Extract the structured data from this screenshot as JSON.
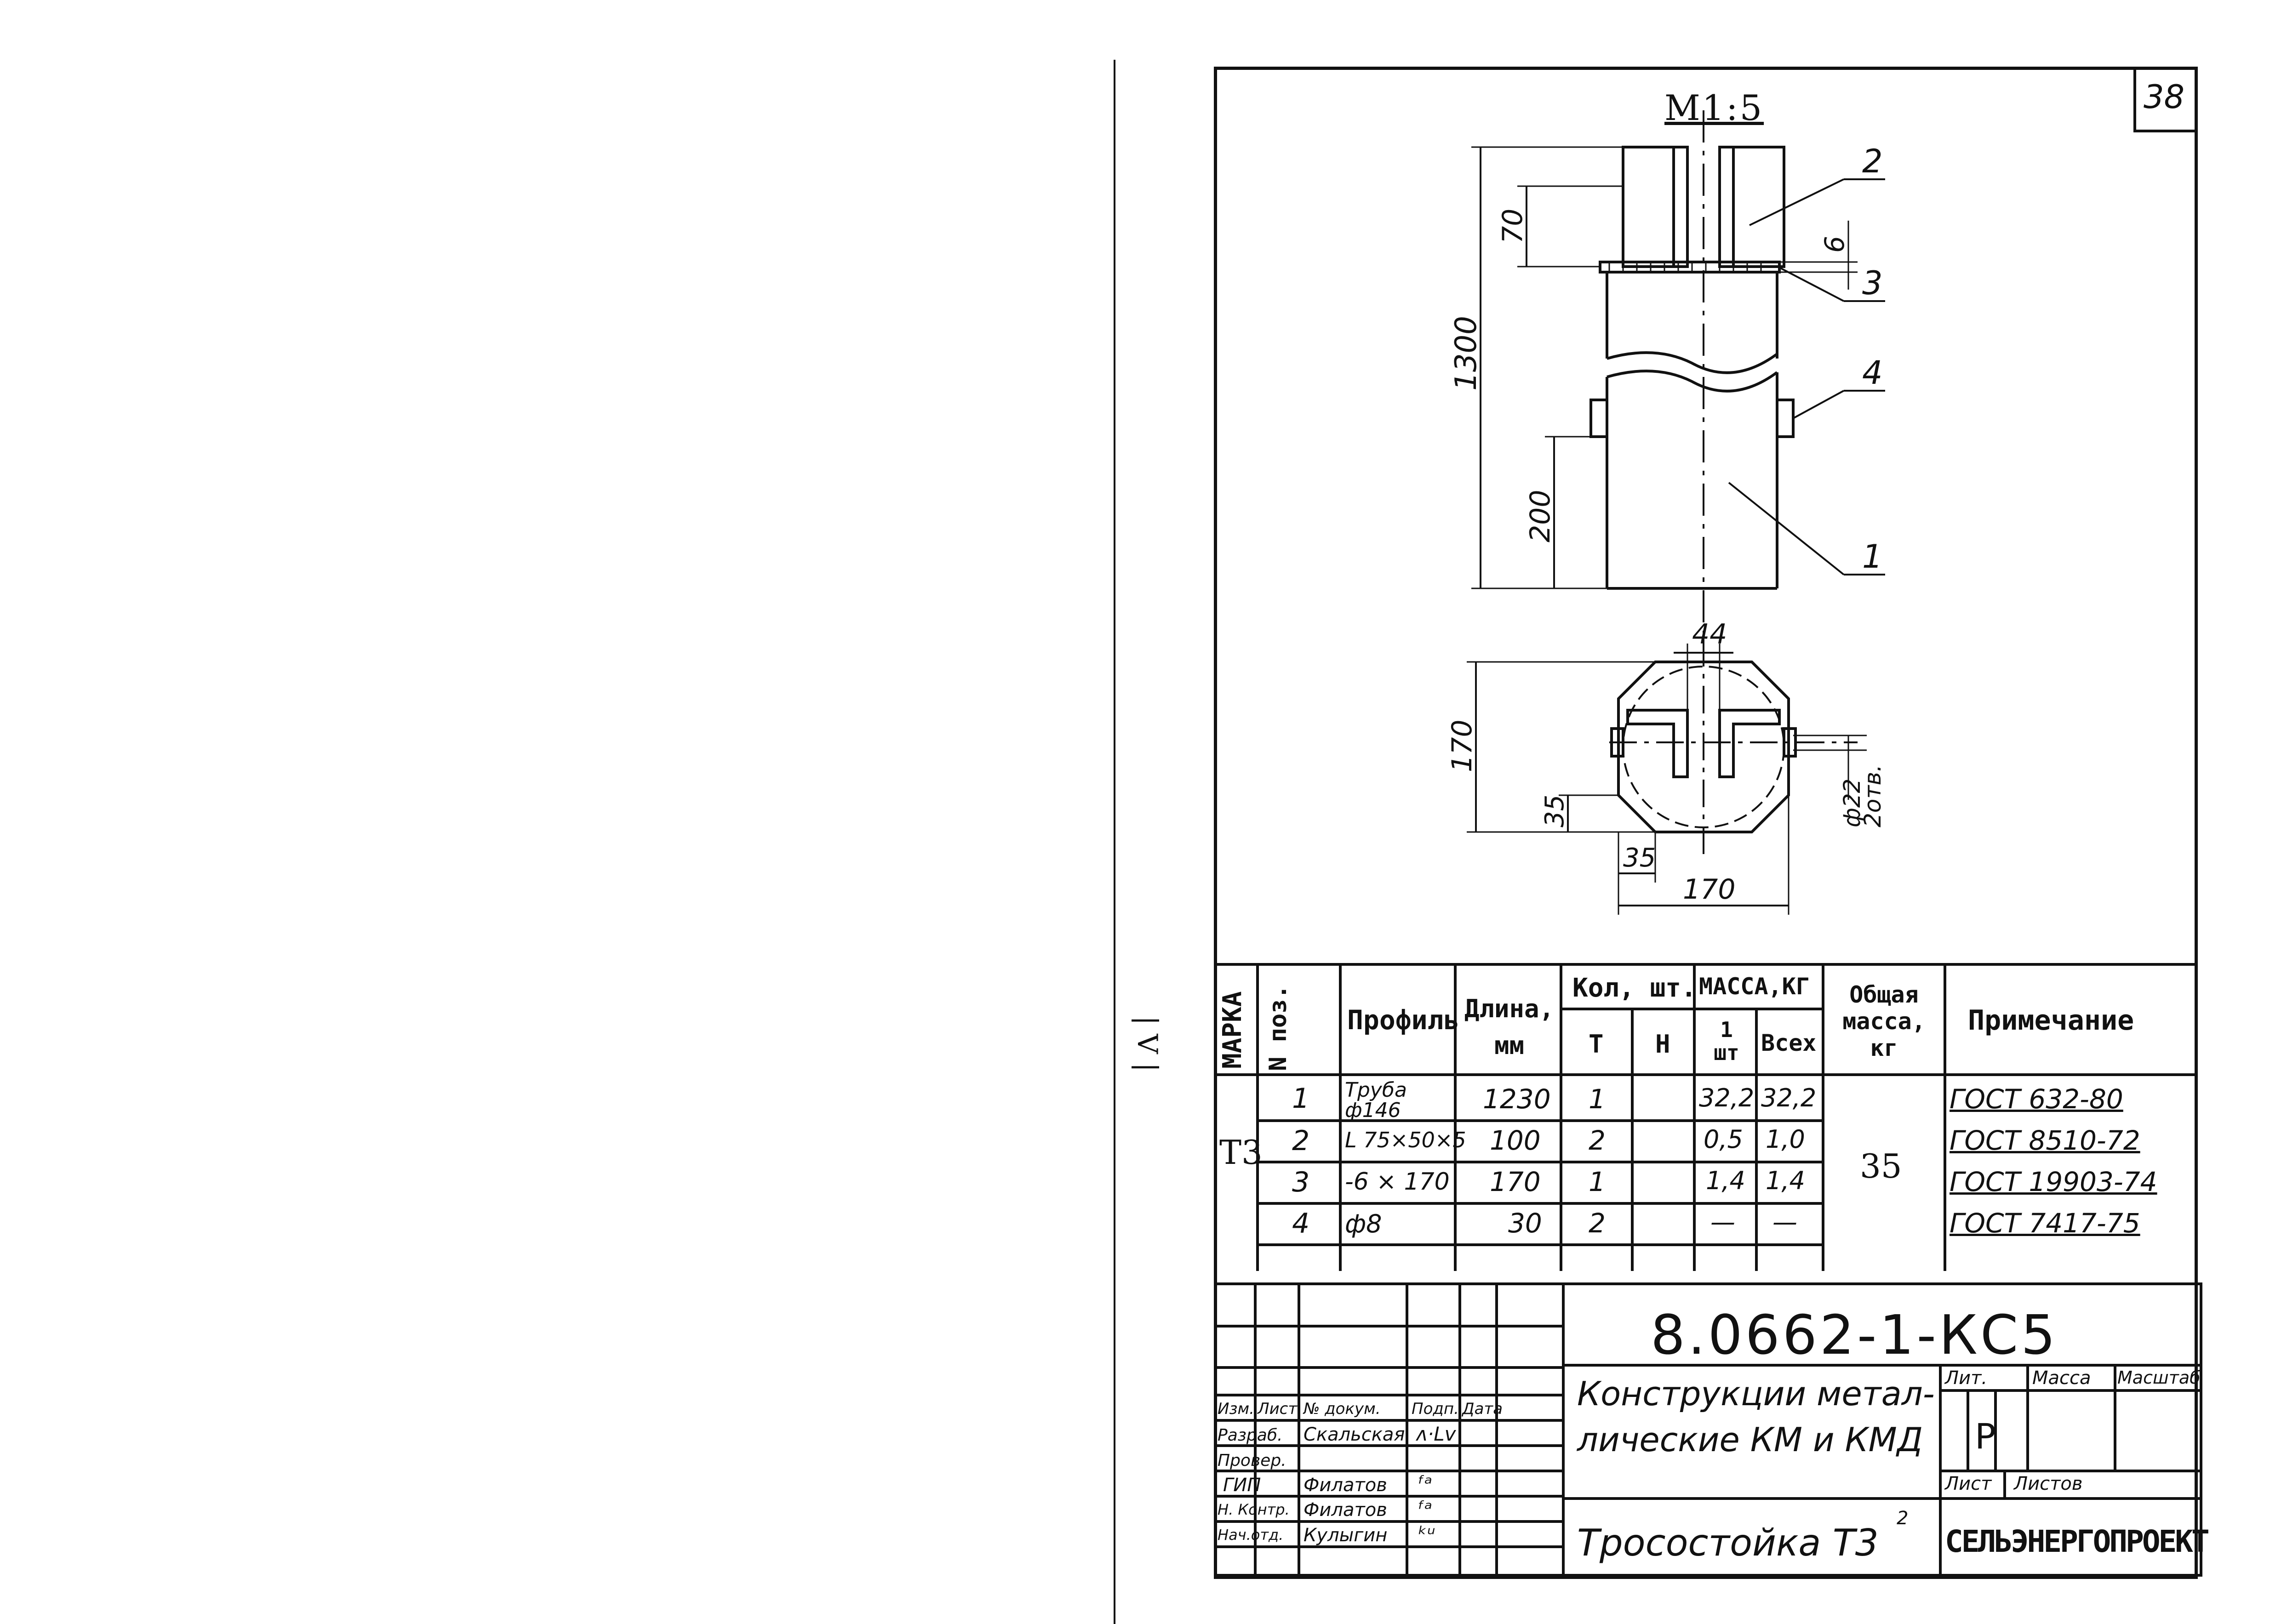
{
  "sheet_number": "38",
  "scale": "М1:5",
  "margin_mark": "| V |",
  "drawing": {
    "position_callouts": [
      "2",
      "3",
      "4",
      "1"
    ],
    "elevation_dims": [
      "1300",
      "70",
      "200",
      "6"
    ],
    "plan_dims": [
      "44",
      "170",
      "35",
      "35",
      "170"
    ],
    "hole_note": [
      "ф22",
      "2отв."
    ]
  },
  "spec_table": {
    "headers": {
      "marka": "МАРКА",
      "pos": "N поз.",
      "profile": "Профиль",
      "length": "Длина, мм",
      "qty": "Кол, шт.",
      "qty_t": "Т",
      "qty_n": "Н",
      "mass": "МАССА,КГ",
      "mass_one": "1 шт",
      "mass_all": "Всех",
      "total_mass": "Общая масса, кг",
      "note": "Примечание"
    },
    "mark": "Т3",
    "total": "35",
    "rows": [
      {
        "pos": "1",
        "profile": "Труба ф146",
        "length": "1230",
        "qty_t": "1",
        "qty_n": "",
        "mass_one": "32,2",
        "mass_all": "32,2",
        "note": "ГОСТ 632-80"
      },
      {
        "pos": "2",
        "profile": "L 75×50×5",
        "length": "100",
        "qty_t": "2",
        "qty_n": "",
        "mass_one": "0,5",
        "mass_all": "1,0",
        "note": "ГОСТ 8510-72"
      },
      {
        "pos": "3",
        "profile": "-6 × 170",
        "length": "170",
        "qty_t": "1",
        "qty_n": "",
        "mass_one": "1,4",
        "mass_all": "1,4",
        "note": "ГОСТ 19903-74"
      },
      {
        "pos": "4",
        "profile": "ф8",
        "length": "30",
        "qty_t": "2",
        "qty_n": "",
        "mass_one": "—",
        "mass_all": "—",
        "note": "ГОСТ 7417-75"
      }
    ]
  },
  "title_block": {
    "doc_code": "8.0662-1-КС5",
    "doc_title_line1": "Конструкции метал-",
    "doc_title_line2": "лические КМ и КМД",
    "sheet_name": "Тросостойка Т3",
    "stage_label": "Лит.",
    "mass_label": "Масса",
    "scale_label": "Масштаб",
    "stage_value": "Р",
    "sheet_label": "Лист",
    "sheets_label": "Листов",
    "sheet_num_mark": "2",
    "organization": "СЕЛЬЭНЕРГОПРОЕКТ",
    "col_headers": [
      "Изм.",
      "Лист",
      "№ докум.",
      "Подп.",
      "Дата"
    ],
    "roles": [
      {
        "role": "Разраб.",
        "name": "Скальская",
        "sign": "ᴧ·Lv"
      },
      {
        "role": "Провер.",
        "name": "",
        "sign": ""
      },
      {
        "role": "ГИП",
        "name": "Филатов",
        "sign": "ᶠᵃ"
      },
      {
        "role": "Н. Контр.",
        "name": "Филатов",
        "sign": "ᶠᵃ"
      },
      {
        "role": "Нач.отд.",
        "name": "Кулыгин",
        "sign": "ᵏᵘ"
      }
    ]
  }
}
